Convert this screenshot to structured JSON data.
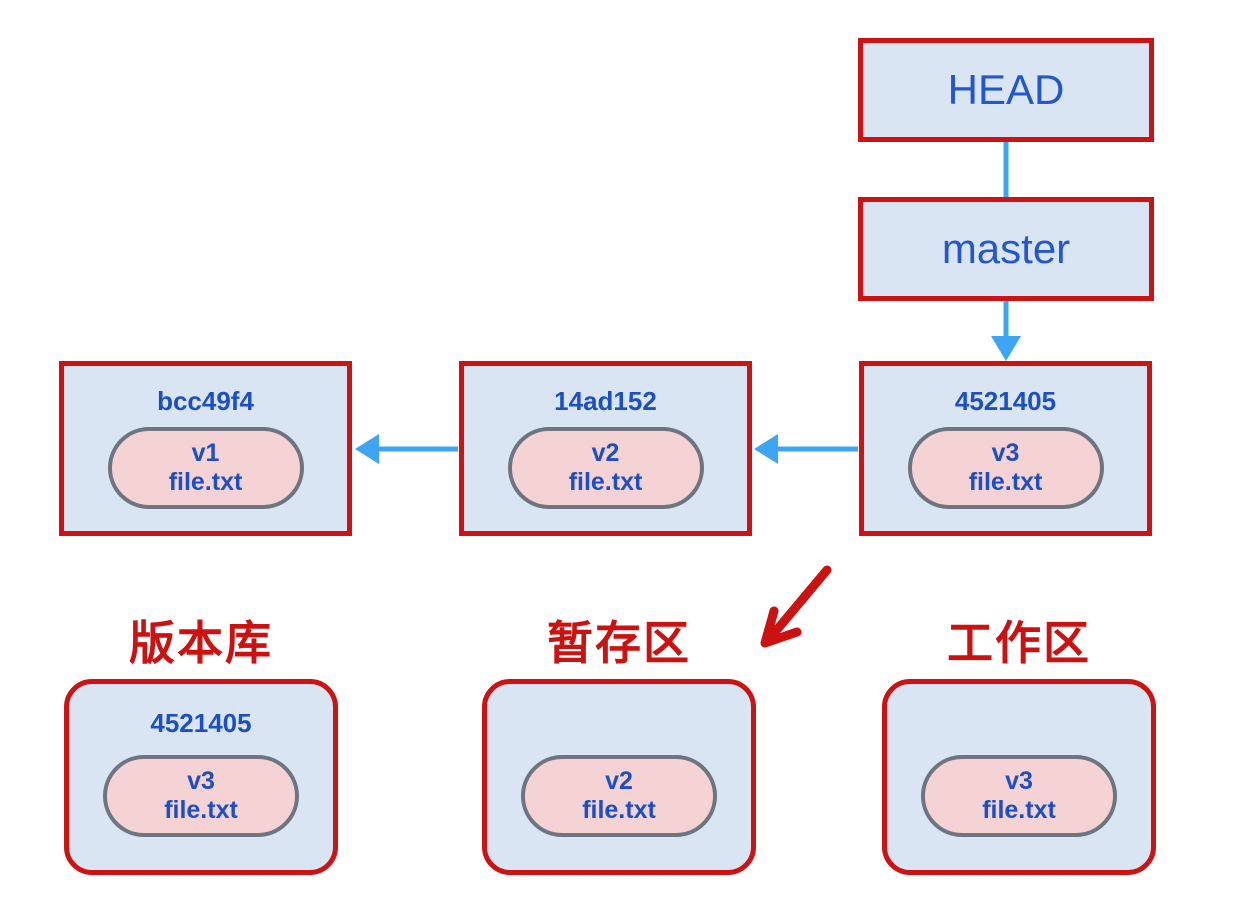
{
  "head": {
    "label": "HEAD"
  },
  "master": {
    "label": "master"
  },
  "commits": [
    {
      "hash": "bcc49f4",
      "version": "v1",
      "file": "file.txt"
    },
    {
      "hash": "14ad152",
      "version": "v2",
      "file": "file.txt"
    },
    {
      "hash": "4521405",
      "version": "v3",
      "file": "file.txt"
    }
  ],
  "areas": [
    {
      "label": "版本库",
      "hash": "4521405",
      "version": "v3",
      "file": "file.txt"
    },
    {
      "label": "暂存区",
      "version": "v2",
      "file": "file.txt"
    },
    {
      "label": "工作区",
      "version": "v3",
      "file": "file.txt"
    }
  ],
  "colors": {
    "box_fill": "#d9e5f3",
    "box_border_red": "#cc1212",
    "pill_fill": "#f5d2d4",
    "pill_border_gray": "#6e7580",
    "text_blue": "#1c4fc6",
    "ref_text_blue": "#2457cd",
    "arrow_blue": "#3da5f4",
    "label_red": "#cc1111"
  }
}
